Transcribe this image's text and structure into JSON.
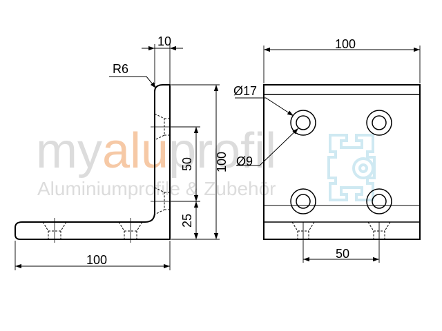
{
  "watermark": {
    "brand_prefix": "my",
    "brand_accent": "alu",
    "brand_suffix": "profil",
    "tagline": "Aluminiumprofile & Zubehör",
    "accent_color": "#f6c9a6",
    "gray_color": "#dcdcdc",
    "profile_color": "#cfe9f2"
  },
  "side_view": {
    "radius_label": "R6",
    "thickness_label": "10",
    "height_label": "100",
    "hole_spacing_label": "50",
    "hole_offset_label": "25",
    "width_label": "100"
  },
  "front_view": {
    "width_label": "100",
    "counterbore_label": "Ø17",
    "hole_label": "Ø9",
    "hole_spacing_label": "50"
  }
}
